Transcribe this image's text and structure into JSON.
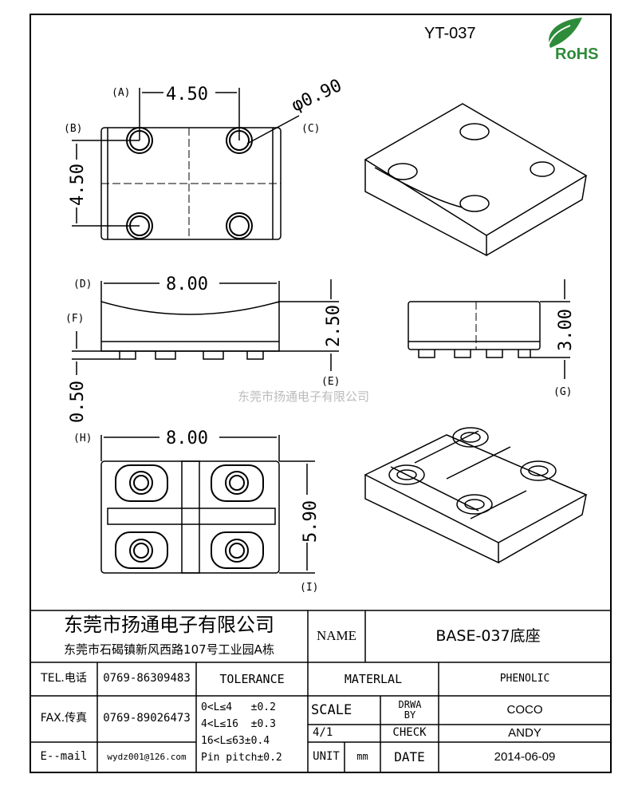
{
  "header": {
    "part_no": "YT-037",
    "rohs_logo": "RoHS"
  },
  "dimensions": {
    "a_label": "(A)",
    "b_label": "(B)",
    "c_label": "(C)",
    "d_label": "(D)",
    "e_label": "(E)",
    "f_label": "(F)",
    "g_label": "(G)",
    "h_label": "(H)",
    "i_label": "(I)",
    "top_width": "4.50",
    "top_height": "4.50",
    "hole_dia": "φ0.90",
    "front_width": "8.00",
    "front_height": "2.50",
    "pin_height": "0.50",
    "side_height": "3.00",
    "bottom_width": "8.00",
    "bottom_height": "5.90"
  },
  "watermark": "东莞市扬通电子有限公司",
  "title_block": {
    "company": "东莞市扬通电子有限公司",
    "address": "东莞市石碣镇新风西路107号工业园A栋",
    "name_label": "NAME",
    "name_value": "BASE-037底座",
    "tel_label": "TEL.电话",
    "tel_value": "0769-86309483",
    "fax_label": "FAX.传真",
    "fax_value": "0769-89026473",
    "email_label": "E--mail",
    "email_value": "wydz001@126.com",
    "tolerance_label": "TOLERANCE",
    "tolerances": [
      "0<L≤4   ±0.2",
      "4<L≤16  ±0.3",
      "16<L≤63±0.4",
      "Pin pitch±0.2"
    ],
    "material_label": "MATERLAL",
    "material_value": "PHENOLIC",
    "scale_label": "SCALE",
    "scale_value": "4/1",
    "drawn_label": "DRWA BY",
    "drawn_value": "COCO",
    "check_label": "CHECK",
    "check_value": "ANDY",
    "unit_label": "UNIT",
    "unit_value": "mm",
    "date_label": "DATE",
    "date_value": "2014-06-09"
  }
}
